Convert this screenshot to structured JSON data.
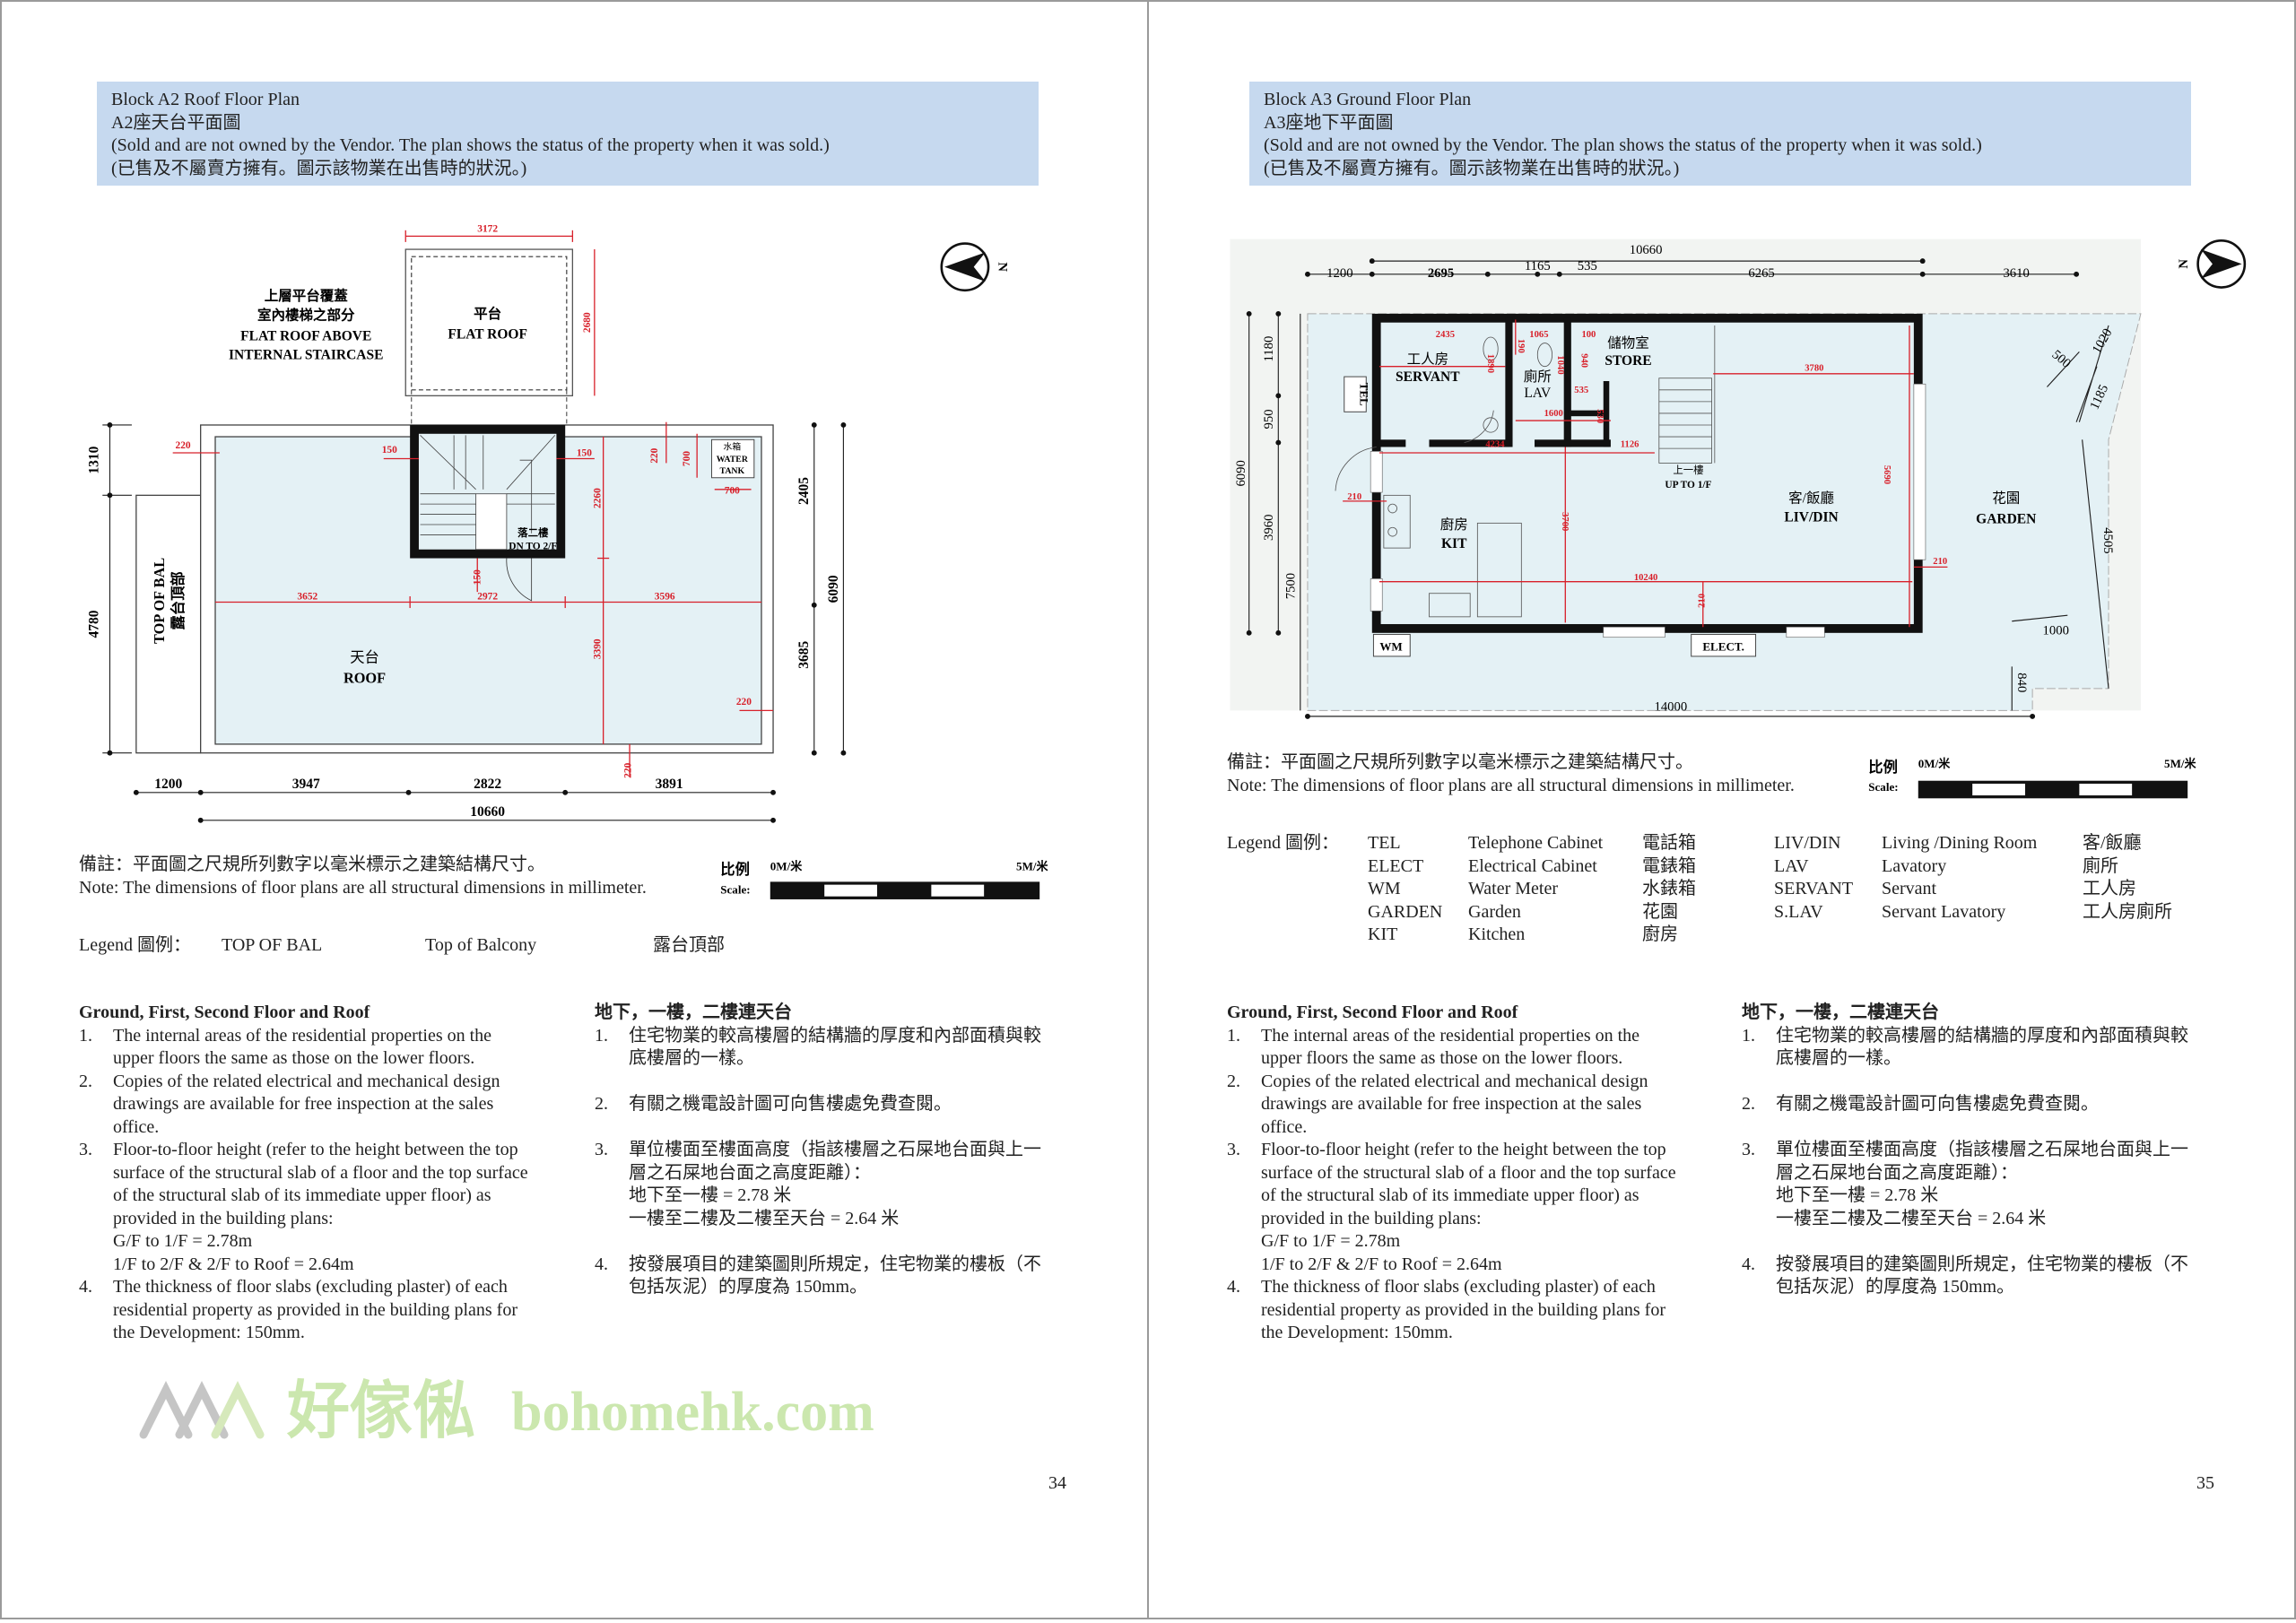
{
  "left_page": {
    "header": {
      "title_en": "Block A2 Roof Floor Plan",
      "title_zh": "A2座天台平面圖",
      "status_en": "(Sold and are not owned by the Vendor. The plan shows the status of the property when it was sold.)",
      "status_zh": "(已售及不屬賣方擁有。圖示該物業在出售時的狀況。)"
    },
    "plan": {
      "labels": {
        "flat_roof_above_zh1": "上層平台覆蓋",
        "flat_roof_above_zh2": "室內樓梯之部分",
        "flat_roof_above_en1": "FLAT ROOF ABOVE",
        "flat_roof_above_en2": "INTERNAL STAIRCASE",
        "flat_roof_zh": "平台",
        "flat_roof_en": "FLAT ROOF",
        "roof_zh": "天台",
        "roof_en": "ROOF",
        "top_of_bal_en": "TOP OF BAL",
        "top_of_bal_zh": "露台頂部",
        "dn_zh": "落二樓",
        "dn_en": "DN TO 2/F",
        "tank_zh": "水箱",
        "tank_en1": "WATER",
        "tank_en2": "TANK",
        "north": "N"
      },
      "dims": {
        "flat_w": "3172",
        "flat_h": "2680",
        "l1": "1310",
        "l2": "4780",
        "r1": "2405",
        "r2": "3685",
        "r_total": "6090",
        "b1": "1200",
        "b2": "3947",
        "b3": "2822",
        "b4": "3891",
        "b_total": "10660",
        "red_h1": "3652",
        "red_h2": "2972",
        "red_h3": "3596",
        "red_v1": "2260",
        "red_v2": "3390",
        "wall_220": "220",
        "wall_150": "150",
        "tank_700": "700"
      }
    },
    "page_number": "34"
  },
  "right_page": {
    "header": {
      "title_en": "Block A3 Ground Floor Plan",
      "title_zh": "A3座地下平面圖",
      "status_en": "(Sold and are not owned by the Vendor. The plan shows the status of the property when it was sold.)",
      "status_zh": "(已售及不屬賣方擁有。圖示該物業在出售時的狀況。)"
    },
    "plan": {
      "labels": {
        "servant_zh": "工人房",
        "servant_en": "SERVANT",
        "lav_zh": "廁所",
        "lav_en": "LAV",
        "store_zh": "儲物室",
        "store_en": "STORE",
        "up_zh": "上一樓",
        "up_en": "UP TO 1/F",
        "livdin_zh": "客/飯廳",
        "livdin_en": "LIV/DIN",
        "kit_zh": "廚房",
        "kit_en": "KIT",
        "garden_zh": "花園",
        "garden_en": "GARDEN",
        "tel": "TEL",
        "wm": "WM",
        "elect": "ELECT.",
        "north": "N"
      },
      "dims": {
        "top_total": "10660",
        "t1": "1200",
        "t2": "2695",
        "t3": "1165",
        "t4": "535",
        "t5": "6265",
        "t6": "3610",
        "l1": "1180",
        "l2": "950",
        "l3": "3960",
        "l_total": "6090",
        "l_7500": "7500",
        "bottom": "14000",
        "r2435": "2435",
        "r1065": "1065",
        "r100": "100",
        "r3780": "3780",
        "r4234": "4234",
        "r1126": "1126",
        "r1600": "1600",
        "r10240": "10240",
        "r210": "210",
        "r190": "190",
        "r3700": "3700",
        "r5690": "5690",
        "r1890": "1890",
        "r1040": "1040",
        "r940": "940",
        "r535": "535",
        "r530": "530",
        "g1020": "1020",
        "g500": "500",
        "g1185": "1185",
        "g4505": "4505",
        "g1000": "1000",
        "g840": "840"
      }
    },
    "page_number": "35"
  },
  "dimension_note": {
    "zh": "備註：平面圖之尺規所列數字以毫米標示之建築結構尺寸。",
    "en": "Note: The dimensions of floor plans are all structural dimensions in millimeter."
  },
  "scale": {
    "label_zh": "比例",
    "label_en": "Scale:",
    "start": "0M/米",
    "end": "5M/米"
  },
  "legend_left": {
    "title": "Legend 圖例：",
    "rows": [
      {
        "code": "TOP OF BAL",
        "en": "Top of Balcony",
        "zh": "露台頂部"
      }
    ]
  },
  "legend_right": {
    "title": "Legend 圖例：",
    "col1": [
      {
        "code": "TEL",
        "en": "Telephone Cabinet",
        "zh": "電話箱"
      },
      {
        "code": "ELECT",
        "en": "Electrical Cabinet",
        "zh": "電錶箱"
      },
      {
        "code": "WM",
        "en": "Water Meter",
        "zh": "水錶箱"
      },
      {
        "code": "GARDEN",
        "en": "Garden",
        "zh": "花園"
      },
      {
        "code": "KIT",
        "en": "Kitchen",
        "zh": "廚房"
      }
    ],
    "col2": [
      {
        "code": "LIV/DIN",
        "en": "Living /Dining Room",
        "zh": "客/飯廳"
      },
      {
        "code": "LAV",
        "en": "Lavatory",
        "zh": "廁所"
      },
      {
        "code": "SERVANT",
        "en": "Servant",
        "zh": "工人房"
      },
      {
        "code": "S.LAV",
        "en": "Servant Lavatory",
        "zh": "工人房廁所"
      }
    ]
  },
  "notes": {
    "en": {
      "heading": "Ground, First, Second Floor and Roof",
      "items": [
        {
          "num": "1.",
          "lines": [
            "The internal areas of the residential properties on the",
            "upper floors the same as those on the lower floors."
          ]
        },
        {
          "num": "2.",
          "lines": [
            "Copies of the related electrical and mechanical design",
            "drawings are available for free inspection at the sales",
            "office."
          ]
        },
        {
          "num": "3.",
          "lines": [
            "Floor-to-floor height (refer to the height between the top",
            "surface of the structural slab of a floor and the top surface",
            "of the structural slab of its immediate upper floor) as",
            "provided in the building plans:",
            "G/F to 1/F = 2.78m",
            "1/F to 2/F & 2/F to Roof = 2.64m"
          ]
        },
        {
          "num": "4.",
          "lines": [
            "The thickness of floor slabs (excluding plaster) of each",
            "residential property as provided in the building plans for",
            "the Development: 150mm."
          ]
        }
      ]
    },
    "zh": {
      "heading": "地下，一樓，二樓連天台",
      "items": [
        {
          "num": "1.",
          "lines": [
            "住宅物業的較高樓層的結構牆的厚度和內部面積與較",
            "底樓層的一樣。"
          ]
        },
        {
          "num": "2.",
          "lines": [
            "有關之機電設計圖可向售樓處免費查閱。"
          ]
        },
        {
          "num": "3.",
          "lines": [
            "單位樓面至樓面高度（指該樓層之石屎地台面與上一",
            "層之石屎地台面之高度距離）：",
            "地下至一樓 = 2.78 米",
            "一樓至二樓及二樓至天台 = 2.64 米"
          ]
        },
        {
          "num": "4.",
          "lines": [
            "按發展項目的建築圖則所規定，住宅物業的樓板（不",
            "包括灰泥）的厚度為 150mm。"
          ]
        }
      ]
    }
  },
  "watermark": {
    "brand_zh": "好傢俬",
    "brand_en": "bohomehk.com"
  },
  "colors": {
    "header_bg": "#c6d9ef",
    "dimension_red": "#d8202a",
    "floor_fill": "#e4f1f5",
    "watermark_green": "#c3e3a0"
  }
}
